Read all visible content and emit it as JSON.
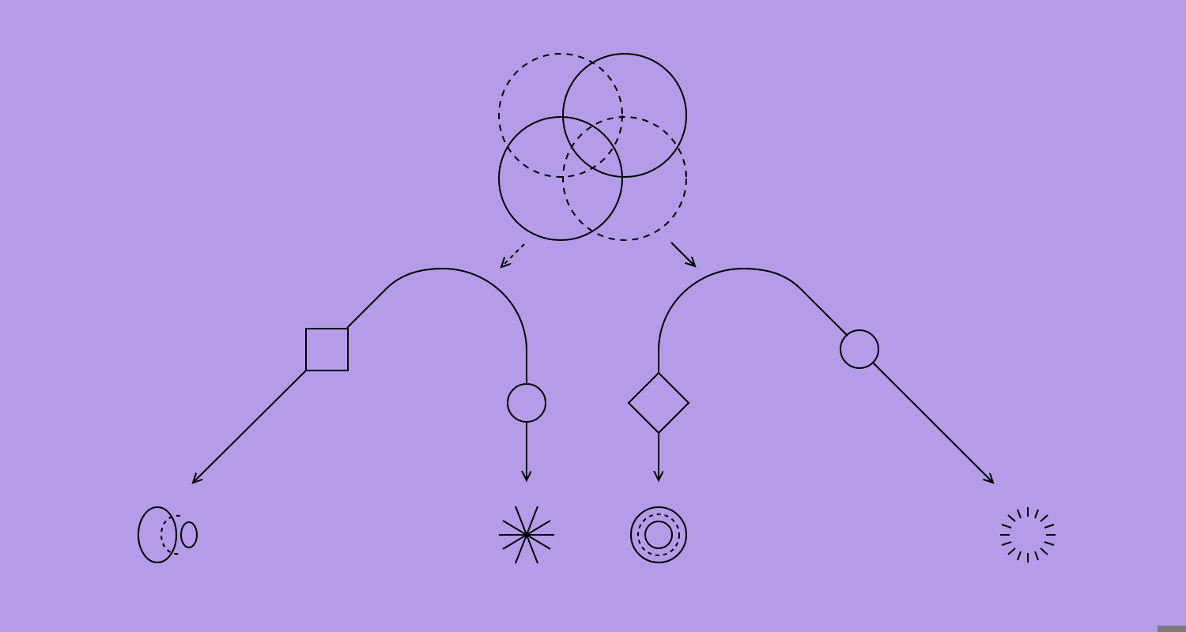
{
  "diagram": {
    "background_color": "#b49ce8",
    "stroke_color": "#000000",
    "top_cluster": {
      "circles": [
        {
          "name": "top-left-dashed-circle",
          "style": "dashed"
        },
        {
          "name": "top-right-solid-circle",
          "style": "solid"
        },
        {
          "name": "bottom-left-solid-circle",
          "style": "solid"
        },
        {
          "name": "bottom-right-dashed-circle",
          "style": "dashed"
        }
      ],
      "outgoing_arrows": [
        {
          "name": "left-dashed-arrow",
          "style": "dashed"
        },
        {
          "name": "right-solid-arrow",
          "style": "solid"
        }
      ]
    },
    "branches": [
      {
        "name": "left-branch",
        "nodes": [
          "square-node",
          "circle-node"
        ],
        "endpoints": [
          "nested-ellipses-icon",
          "asterisk-icon"
        ]
      },
      {
        "name": "right-branch",
        "nodes": [
          "diamond-node",
          "circle-node"
        ],
        "endpoints": [
          "concentric-rings-icon",
          "radial-dashes-icon"
        ]
      }
    ],
    "corner_marker_color": "#7a7a7a"
  }
}
